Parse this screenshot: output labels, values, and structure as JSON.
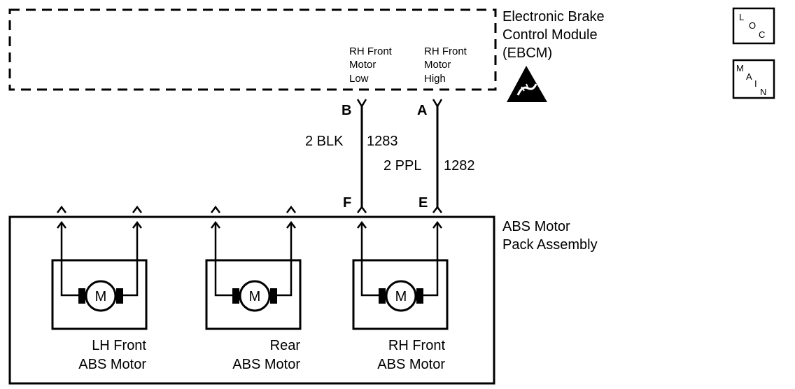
{
  "ebcm": {
    "title_lines": [
      "Electronic Brake",
      "Control Module",
      "(EBCM)"
    ],
    "pin_b_label": [
      "RH Front",
      "Motor",
      "Low"
    ],
    "pin_a_label": [
      "RH Front",
      "Motor",
      "High"
    ],
    "pin_b": "B",
    "pin_a": "A"
  },
  "wires": {
    "wire1_color": "2 BLK",
    "wire1_circuit": "1283",
    "wire2_color": "2 PPL",
    "wire2_circuit": "1282"
  },
  "assembly": {
    "title_lines": [
      "ABS Motor",
      "Pack Assembly"
    ],
    "pin_f": "F",
    "pin_e": "E",
    "motor_symbol": "M",
    "motors": [
      {
        "lines": [
          "LH Front",
          "ABS Motor"
        ]
      },
      {
        "lines": [
          "Rear",
          "ABS Motor"
        ]
      },
      {
        "lines": [
          "RH Front",
          "ABS Motor"
        ]
      }
    ]
  },
  "icons": {
    "loc": {
      "letters": [
        "L",
        "O",
        "C"
      ],
      "name": "loc-icon"
    },
    "main": {
      "letters": [
        "M",
        "A",
        "I",
        "N"
      ],
      "name": "main-icon"
    },
    "esd": "esd-warning-icon"
  }
}
